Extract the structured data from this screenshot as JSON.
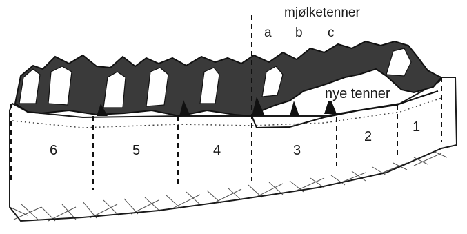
{
  "labels": {
    "milk_teeth_title": "mjølketenner",
    "milk_teeth": [
      "a",
      "b",
      "c"
    ],
    "new_teeth": "nye tenner",
    "segments": [
      "6",
      "5",
      "4",
      "3",
      "2",
      "1"
    ]
  },
  "colors": {
    "ink": "#1a1a1a",
    "background": "#ffffff"
  }
}
